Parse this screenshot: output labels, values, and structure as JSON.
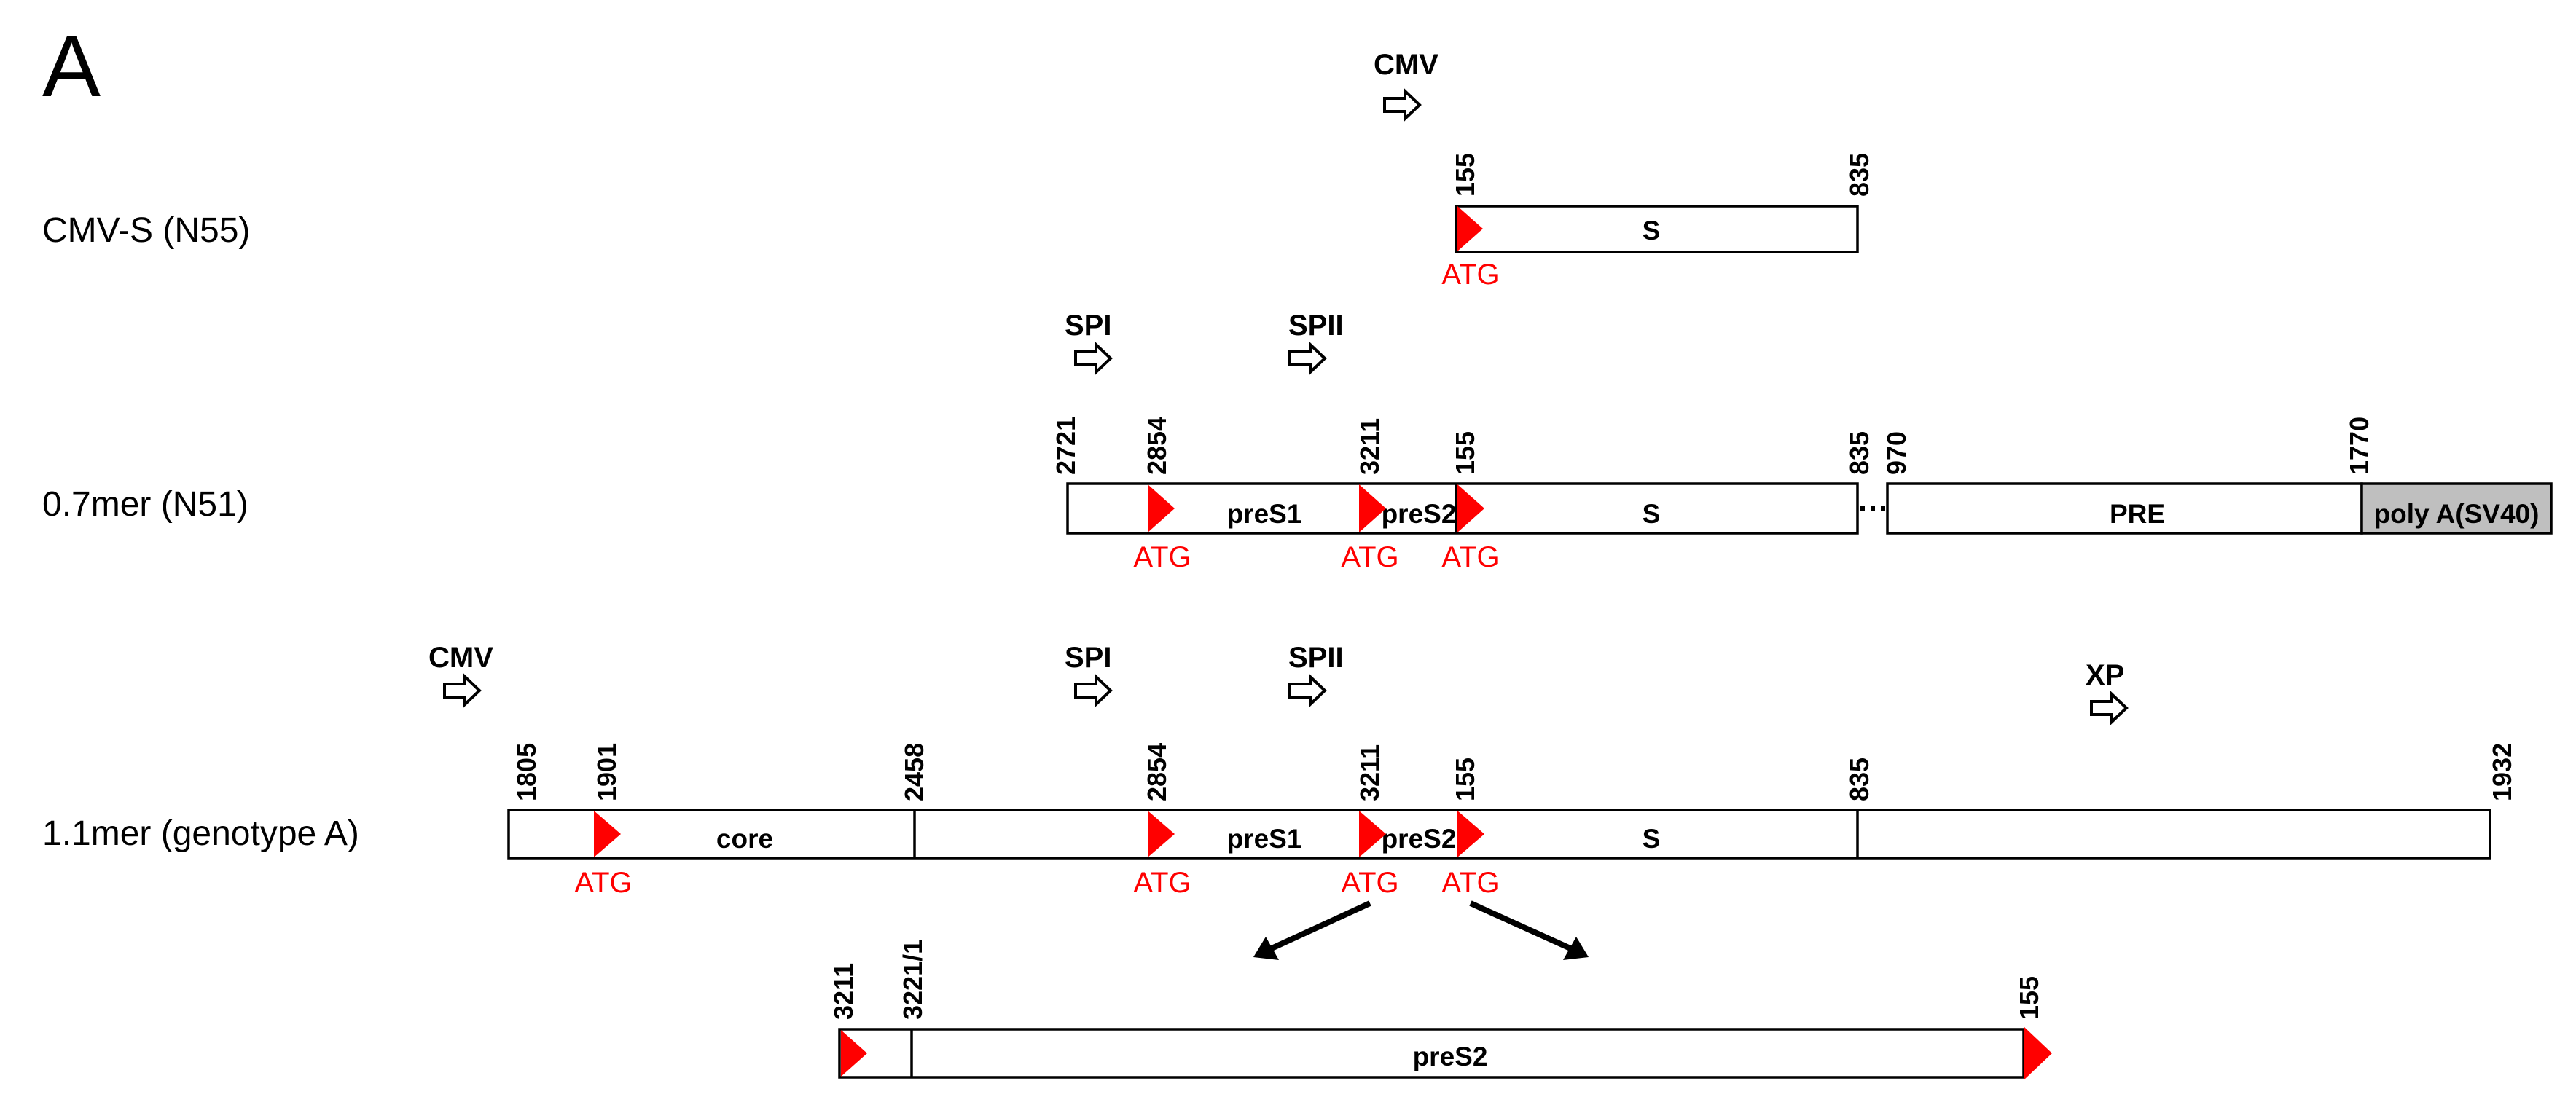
{
  "panel_label": "A",
  "rows": {
    "cmv_s": {
      "label": "CMV-S (N55)",
      "promoters": [
        "CMV"
      ],
      "positions": [
        "155",
        "835"
      ],
      "segments": [
        "S"
      ],
      "atg": [
        "ATG"
      ]
    },
    "mer07": {
      "label": "0.7mer (N51)",
      "promoters": [
        "SPI",
        "SPII"
      ],
      "positions": [
        "2721",
        "2854",
        "3211",
        "155",
        "835",
        "970",
        "1770"
      ],
      "segments": [
        "preS1",
        "preS2",
        "S",
        "PRE",
        "poly A(SV40)"
      ],
      "atg": [
        "ATG",
        "ATG",
        "ATG"
      ]
    },
    "mer11": {
      "label": "1.1mer (genotype A)",
      "promoters": [
        "CMV",
        "SPI",
        "SPII",
        "XP"
      ],
      "positions": [
        "1805",
        "1901",
        "2458",
        "2854",
        "3211",
        "155",
        "835",
        "1932"
      ],
      "segments": [
        "core",
        "preS1",
        "preS2",
        "S"
      ],
      "atg": [
        "ATG",
        "ATG",
        "ATG",
        "ATG"
      ]
    },
    "zoom": {
      "positions": [
        "3211",
        "3221/1",
        "155"
      ],
      "segments": [
        "preS2"
      ]
    }
  },
  "colors": {
    "atg_marker": "#ff0000",
    "poly_a_fill": "#bfbfbf",
    "box_fill": "#ffffff",
    "outline": "#000000"
  }
}
